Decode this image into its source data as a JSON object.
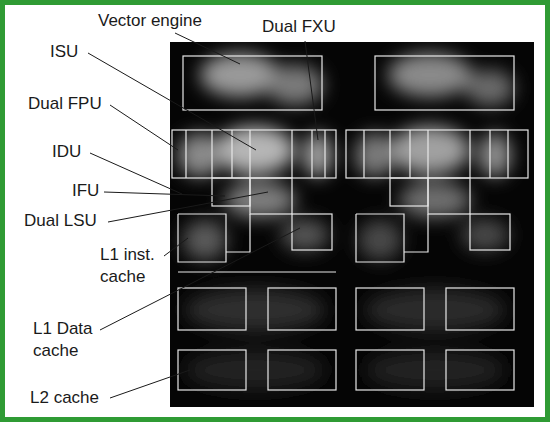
{
  "diagram": {
    "labels": [
      "Vector engine",
      "Dual FXU",
      "ISU",
      "Dual FPU",
      "IDU",
      "IFU",
      "Dual LSU",
      "L1 inst. cache",
      "L1 Data cache",
      "L2 cache"
    ]
  }
}
